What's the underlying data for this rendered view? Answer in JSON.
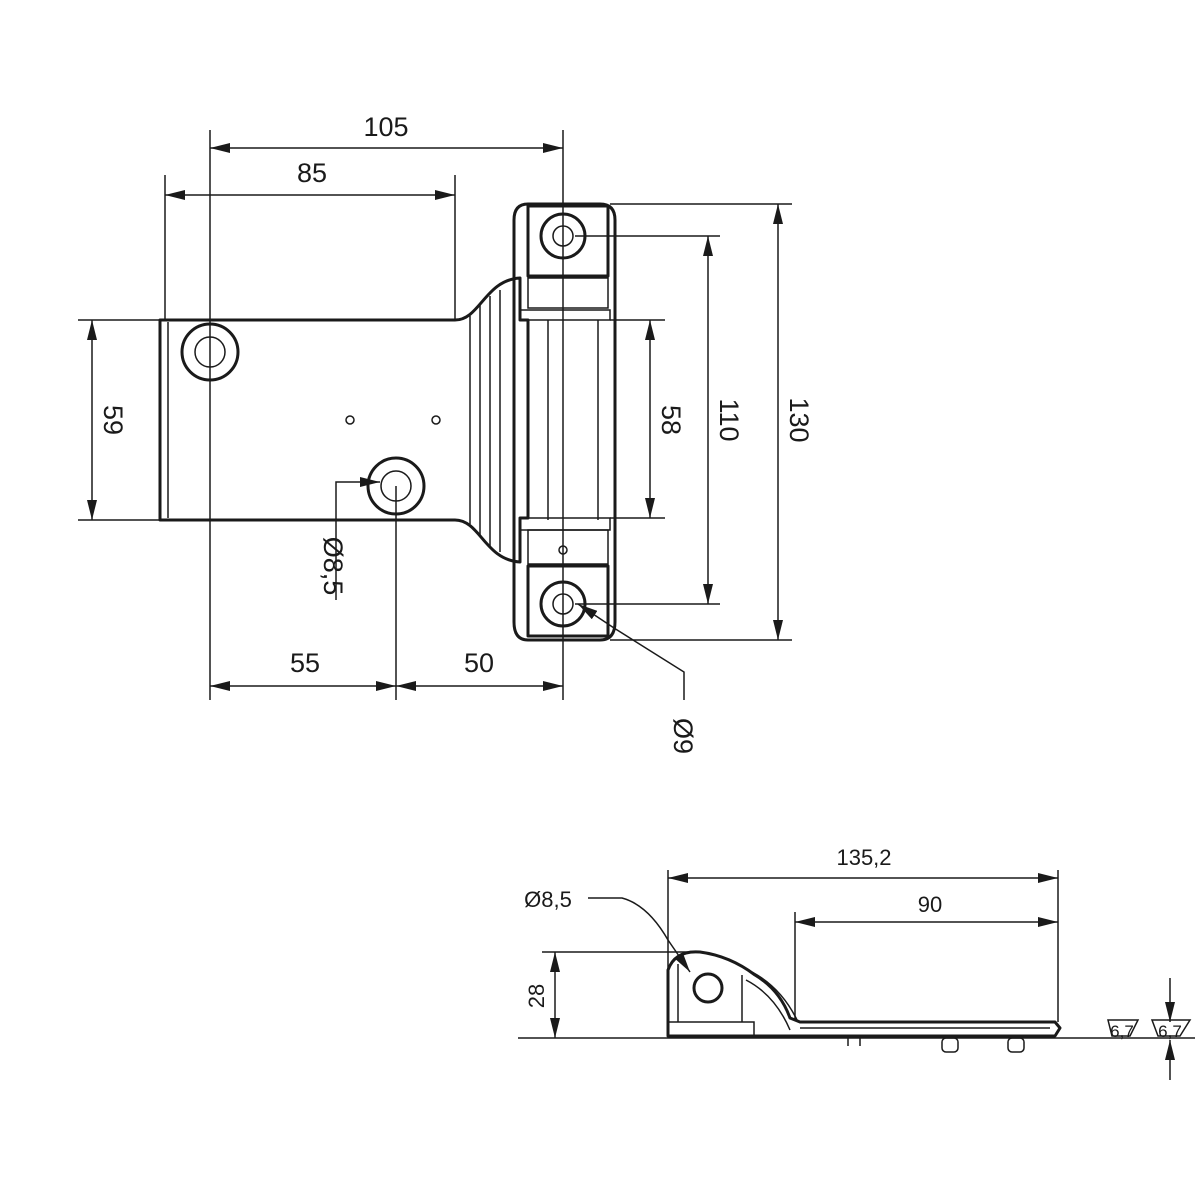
{
  "top_view": {
    "dim_overall_width": "105",
    "dim_plate_width": "85",
    "dim_plate_height": "59",
    "dim_inner_height": "58",
    "dim_hole_spacing": "110",
    "dim_overall_height": "130",
    "dim_left_to_hole": "55",
    "dim_hole_to_right": "50",
    "dim_plate_hole_diameter": "Ø8,5",
    "dim_knuckle_hole_diameter": "Ø9"
  },
  "side_view": {
    "dim_overall_length": "135,2",
    "dim_plate_length": "90",
    "dim_height": "28",
    "dim_hole_diameter": "Ø8,5",
    "dim_thickness_a": "6,7",
    "dim_thickness_b": "6,7"
  }
}
